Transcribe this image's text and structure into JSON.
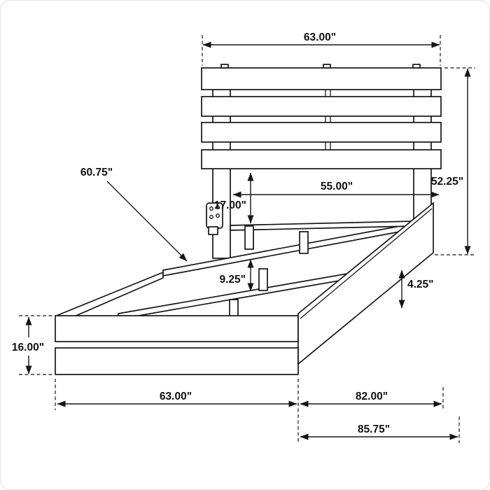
{
  "dimensions": {
    "headboard_width": "63.00\"",
    "headboard_height": "52.25\"",
    "slat_rail_length": "60.75\"",
    "slat_span": "55.00\"",
    "headboard_to_deck": "17.00\"",
    "deck_clearance": "9.25\"",
    "rail_height": "4.25\"",
    "footboard_height": "16.00\"",
    "footboard_width": "63.00\"",
    "frame_length": "82.00\"",
    "overall_length": "85.75\""
  }
}
